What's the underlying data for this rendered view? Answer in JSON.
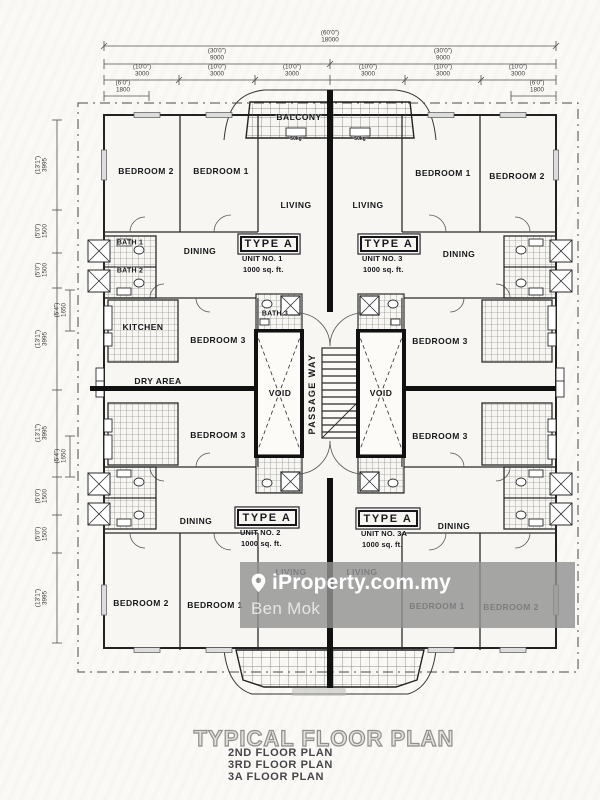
{
  "labels": {
    "balcony": "BALCONY",
    "bedroom1": "BEDROOM 1",
    "bedroom2": "BEDROOM 2",
    "bedroom3": "BEDROOM 3",
    "living": "LIVING",
    "dining": "DINING",
    "kitchen": "KITCHEN",
    "dry_area": "DRY AREA",
    "bath1": "BATH 1",
    "bath2": "BATH 2",
    "bath3": "BATH 3",
    "void": "VOID",
    "passage_way": "PASSAGE WAY",
    "load_tag": "50kg"
  },
  "units": [
    {
      "type_label": "TYPE A",
      "unit_no": "UNIT NO. 1",
      "area": "1000 sq. ft."
    },
    {
      "type_label": "TYPE A",
      "unit_no": "UNIT NO. 3",
      "area": "1000 sq. ft."
    },
    {
      "type_label": "TYPE A",
      "unit_no": "UNIT NO. 2",
      "area": "1000 sq. ft."
    },
    {
      "type_label": "TYPE A",
      "unit_no": "UNIT NO. 3A",
      "area": "1000 sq. ft."
    }
  ],
  "dimensions": {
    "overall_width": {
      "ft": "(60'0\")",
      "mm": "18000"
    },
    "half_width": {
      "ft": "(30'0\")",
      "mm": "9000"
    },
    "bay": {
      "ft": "(10'0\")",
      "mm": "3000"
    },
    "edge": {
      "ft": "(6'0\")",
      "mm": "1800"
    },
    "side_large": {
      "ft": "(13'1\")",
      "mm": "3995"
    },
    "side_small": {
      "ft": "(5'0\")",
      "mm": "1500"
    },
    "side_offset": {
      "ft": "(5'4\")",
      "mm": "1650"
    }
  },
  "watermark": {
    "brand": "iProperty.com.my",
    "agent": "Ben Mok"
  },
  "title_block": {
    "title": "TYPICAL FLOOR PLAN",
    "floors": [
      "2ND FLOOR PLAN",
      "3RD FLOOR PLAN",
      "3A FLOOR PLAN"
    ]
  },
  "colors": {
    "wall": "#2b2b2b",
    "watermark_band": "#939393",
    "watermark_text": "#ffffff"
  }
}
